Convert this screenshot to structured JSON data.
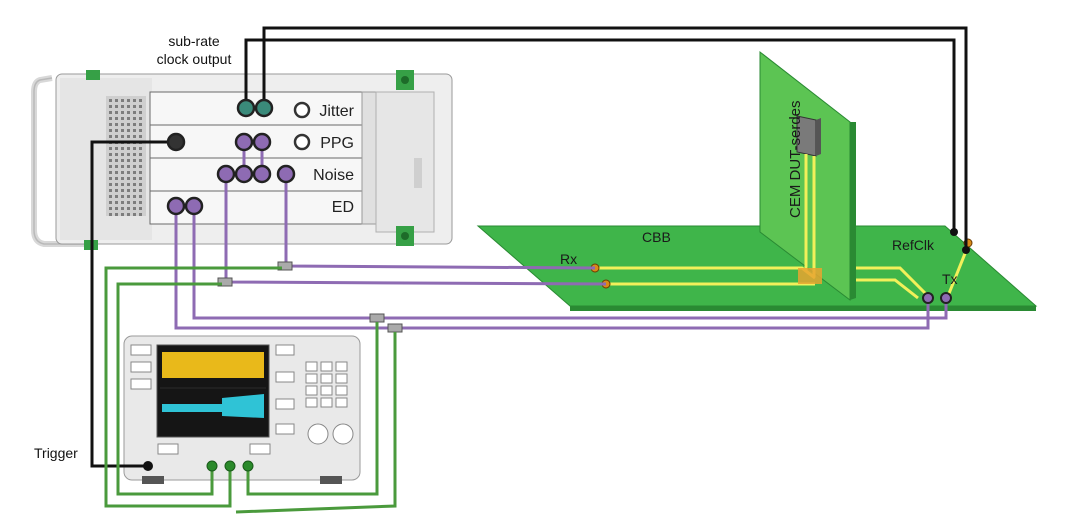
{
  "annotations": {
    "sub_rate_line1": "sub-rate",
    "sub_rate_line2": "clock output",
    "trigger": "Trigger"
  },
  "instrument": {
    "modules": [
      "Jitter",
      "PPG",
      "Noise",
      "ED"
    ]
  },
  "boards": {
    "cbb": "CBB",
    "cem": "CEM DUT-serdes",
    "refclk": "RefClk",
    "rx": "Rx",
    "tx": "Tx"
  },
  "colors": {
    "black_cable": "#111111",
    "purple_cable": "#8e6bb3",
    "green_cable": "#4a9a3c",
    "board_green": "#39b54a",
    "trace_yellow": "#f2f05a",
    "scope_yellow": "#f4c21a",
    "scope_cyan": "#2fc3d6"
  }
}
